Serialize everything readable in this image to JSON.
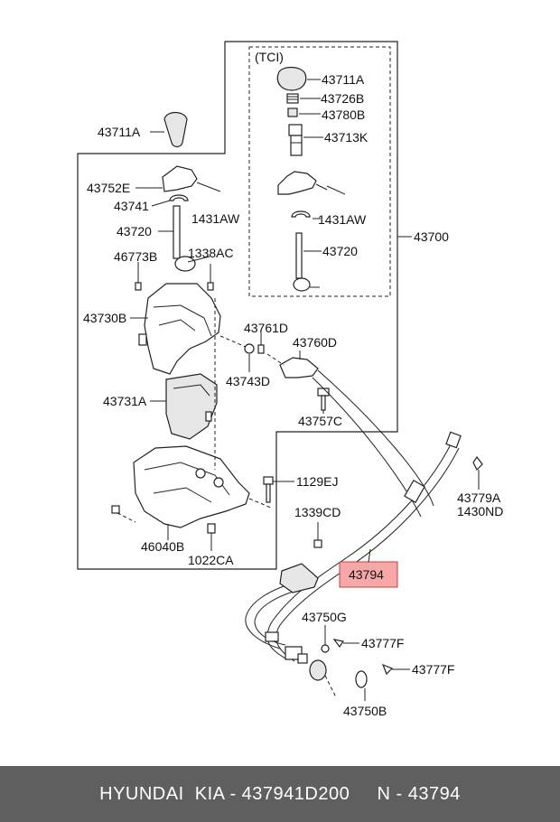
{
  "diagram": {
    "tci_label": "(TCI)",
    "labels": {
      "p43711A_main": "43711A",
      "p43711A_tci": "43711A",
      "p43726B": "43726B",
      "p43780B": "43780B",
      "p43713K": "43713K",
      "p1431AW_tci": "1431AW",
      "p43720_tci": "43720",
      "p43700": "43700",
      "p43752E": "43752E",
      "p43741": "43741",
      "p1431AW_main": "1431AW",
      "p43720_main": "43720",
      "p46773B": "46773B",
      "p1338AC": "1338AC",
      "p43730B": "43730B",
      "p43761D": "43761D",
      "p43760D": "43760D",
      "p43743D": "43743D",
      "p43731A": "43731A",
      "p43757C": "43757C",
      "p1129EJ": "1129EJ",
      "p43779A": "43779A",
      "p1430ND": "1430ND",
      "p1339CD": "1339CD",
      "p46040B": "46040B",
      "p1022CA": "1022CA",
      "p43794": "43794",
      "p43750G": "43750G",
      "p43777F_a": "43777F",
      "p43777F_b": "43777F",
      "p43750B": "43750B"
    },
    "highlight_color": "#f6a8a8"
  },
  "footer": {
    "text": "HYUNDAI  KIA - 437941D200     N - 43794"
  }
}
